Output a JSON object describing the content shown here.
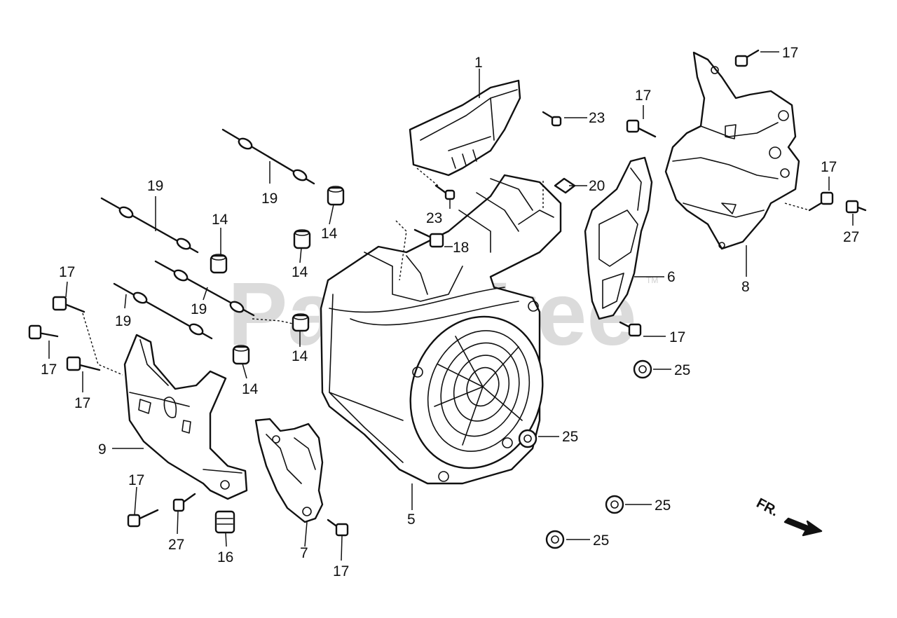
{
  "watermark": {
    "text": "PartsTree",
    "trademark": "TM"
  },
  "direction_label": "FR.",
  "callouts": {
    "c1": "1",
    "c5": "5",
    "c6": "6",
    "c7": "7",
    "c8": "8",
    "c9": "9",
    "c14a": "14",
    "c14b": "14",
    "c14c": "14",
    "c14d": "14",
    "c14e": "14",
    "c16": "16",
    "c17_top_right": "17",
    "c17_upper_mid": "17",
    "c17_right_bracket": "17",
    "c17_left_top": "17",
    "c17_left_mid": "17",
    "c17_left_low": "17",
    "c17_bottom_left": "17",
    "c17_bottom_mid": "17",
    "c17_mid_right": "17",
    "c18": "18",
    "c19a": "19",
    "c19b": "19",
    "c19c": "19",
    "c19d": "19",
    "c20": "20",
    "c23a": "23",
    "c23b": "23",
    "c25a": "25",
    "c25b": "25",
    "c25c": "25",
    "c25d": "25",
    "c27a": "27",
    "c27b": "27"
  }
}
